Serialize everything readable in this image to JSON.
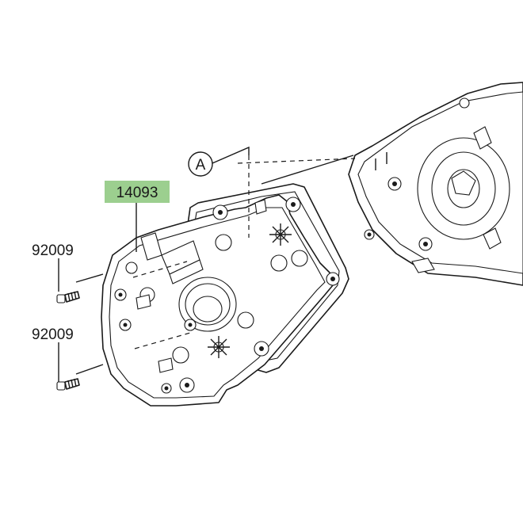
{
  "callouts": {
    "reference": "A",
    "highlighted_part": "14093",
    "screw_upper": "92009",
    "screw_lower": "92009"
  },
  "colors": {
    "highlight": "#9ccf8f",
    "line": "#1a1a1a",
    "background": "#ffffff"
  }
}
